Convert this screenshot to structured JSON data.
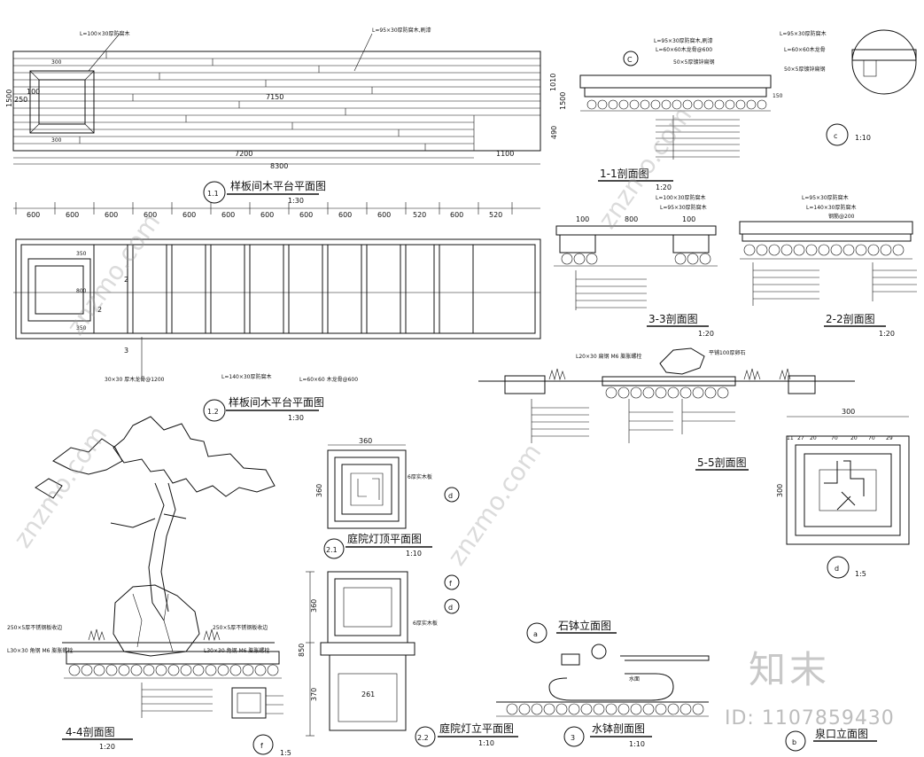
{
  "drawings": {
    "plan_1_1": {
      "num": "1.1",
      "title": "样板间木平台平面图",
      "scale": "1:30",
      "dims": [
        "L=100×30厚防腐木",
        "L=95×30厚防腐木,刷漆",
        "1500",
        "1010",
        "490",
        "1500",
        "250",
        "100",
        "7150",
        "7200",
        "8300",
        "1100",
        "300",
        "300"
      ]
    },
    "plan_1_2": {
      "num": "1.2",
      "title": "样板间木平台平面图",
      "scale": "1:30",
      "dims": [
        "600",
        "600",
        "600",
        "600",
        "600",
        "600",
        "600",
        "600",
        "600",
        "600",
        "520",
        "600",
        "520"
      ],
      "notes": [
        "30×30 厚木龙骨@1200",
        "L=140×30厚防腐木",
        "L=60×60 木龙骨@600",
        "2",
        "2",
        "3",
        "800",
        "350",
        "350"
      ]
    },
    "sec_1_1": {
      "title": "1-1剖面图",
      "scale": "1:20",
      "notes": [
        "L=95×30厚防腐木,刷漆",
        "L=60×60木龙骨@600",
        "50×5厚镀锌扁钢",
        "150",
        "C"
      ]
    },
    "detail_c": {
      "label": "c",
      "scale": "1:10",
      "notes": [
        "L=95×30厚防腐木",
        "L=60×60木龙骨",
        "50×5厚镀锌扁钢"
      ]
    },
    "sec_3_3": {
      "title": "3-3剖面图",
      "scale": "1:20",
      "notes": [
        "L=100×30厚防腐木",
        "L=95×30厚防腐木",
        "100",
        "800",
        "100"
      ]
    },
    "sec_2_2": {
      "title": "2-2剖面图",
      "scale": "1:20",
      "notes": [
        "L=95×30厚防腐木",
        "L=140×30厚防腐木",
        "钢筋@200"
      ]
    },
    "sec_5_5": {
      "title": "5-5剖面图",
      "notes": [
        "L20×30 扁钢 M6 膨胀螺栓",
        "平铺100厚卵石"
      ]
    },
    "detail_d": {
      "label": "d",
      "scale": "1:5",
      "dims": [
        "300",
        "300",
        "11",
        "27",
        "20",
        "70",
        "20",
        "70",
        "29"
      ]
    },
    "lamp_2_1": {
      "num": "2.1",
      "title": "庭院灯顶平面图",
      "scale": "1:10",
      "dims": [
        "360",
        "360"
      ],
      "notes": [
        "6厚实木板",
        "d"
      ]
    },
    "lamp_2_2": {
      "num": "2.2",
      "title": "庭院灯立平面图",
      "scale": "1:10",
      "dims": [
        "360",
        "850",
        "370",
        "261"
      ],
      "notes": [
        "6厚实木板",
        "f",
        "d"
      ]
    },
    "sec_4_4": {
      "title": "4-4剖面图",
      "scale": "1:20",
      "notes": [
        "250×5厚不锈钢板收边",
        "L30×30 角钢 M6 膨胀螺栓",
        "250×5厚不锈钢板收边",
        "L30×30 角钢 M6 膨胀螺栓"
      ]
    },
    "detail_f": {
      "label": "f",
      "scale": "1:5"
    },
    "stone_a": {
      "label": "a",
      "title": "石钵立面图"
    },
    "stone_3": {
      "num": "3",
      "title": "水钵剖面图",
      "scale": "1:10",
      "notes": [
        "水面"
      ]
    },
    "stone_b": {
      "label": "b",
      "title": "泉口立面图"
    }
  },
  "watermark": {
    "site": "znzmo.com",
    "brand": "知末",
    "id": "ID: 1107859430"
  }
}
